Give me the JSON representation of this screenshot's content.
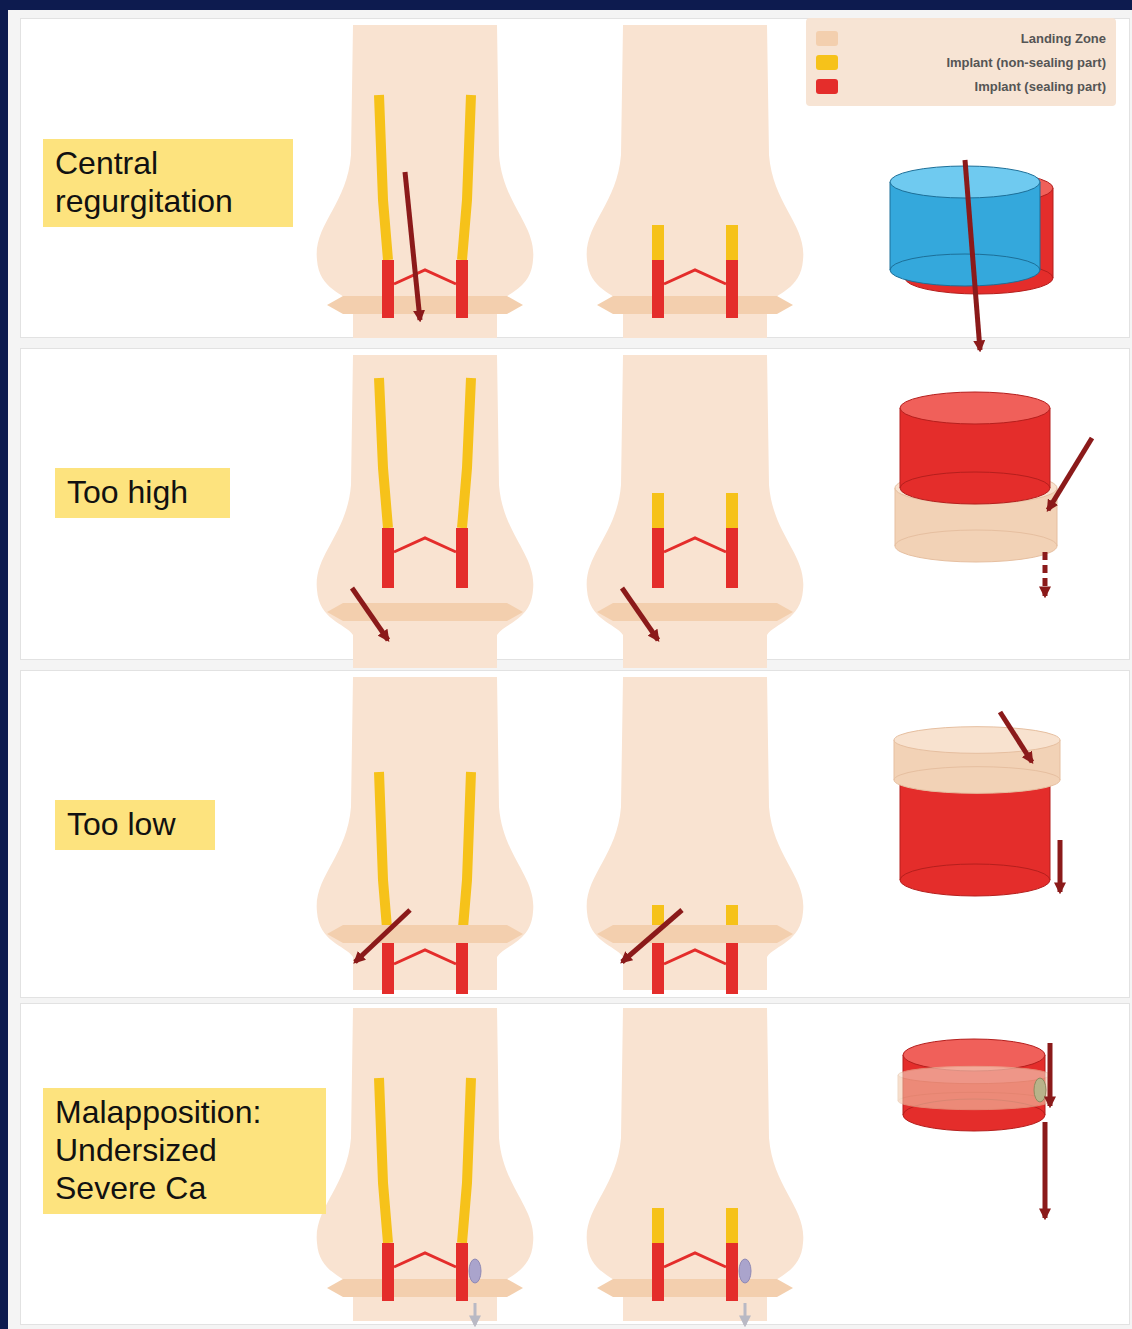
{
  "diagram": {
    "nodes": [
      {
        "text": [
          "Central regurgitation"
        ]
      },
      {
        "text": [
          "Too high"
        ]
      },
      {
        "text": [
          "Too low"
        ]
      },
      {
        "text": [
          "Malapposition: Undersized Severe Ca"
        ]
      }
    ],
    "legend": [
      {
        "text": "Landing Zone",
        "color": "#f3cfae"
      },
      {
        "text": "Implant (non-sealing part)",
        "color": "#f6c21a"
      },
      {
        "text": "Implant (sealing part)",
        "color": "#e42d2b"
      }
    ]
  }
}
